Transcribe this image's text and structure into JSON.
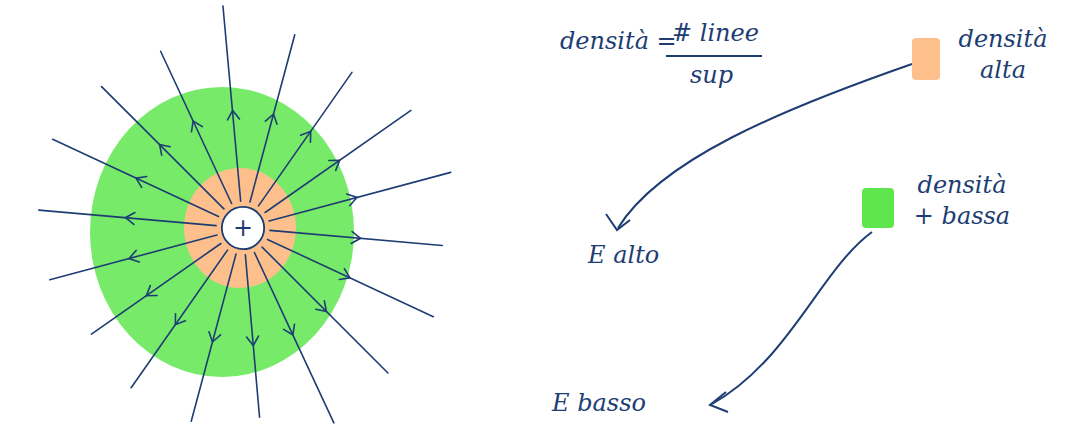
{
  "diagram": {
    "nodes": [
      {
        "text": [
          "+"
        ]
      }
    ],
    "labels": [
      "densità =",
      "# linee",
      "sup",
      "E alto",
      "E basso"
    ],
    "legend": [
      {
        "text": "densità alta",
        "color": "#fdbf8c"
      },
      {
        "text": "densità + bassa",
        "color": "#5fe64f"
      }
    ]
  }
}
